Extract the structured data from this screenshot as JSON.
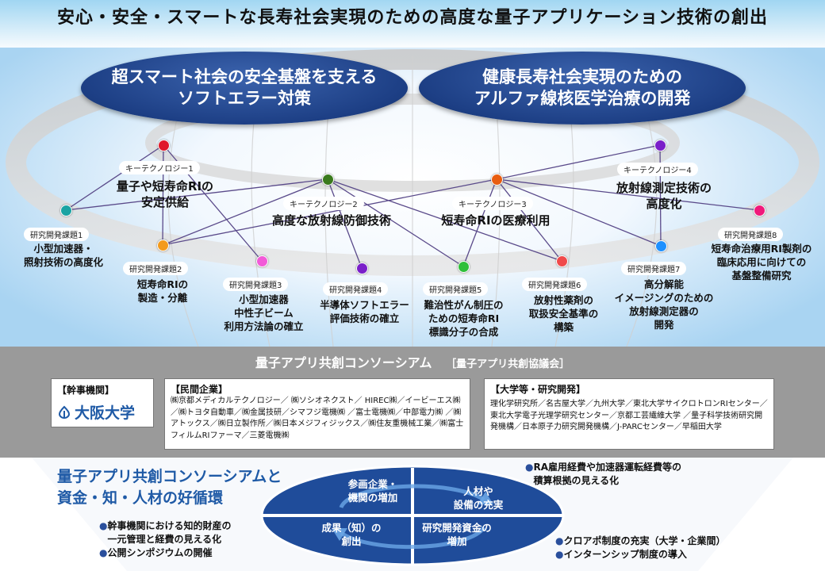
{
  "title": "安心・安全・スマートな長寿社会実現のための高度な量子アプリケーション技術の創出",
  "bubbles": {
    "left": "超スマート社会の安全基盤を支える\nソフトエラー対策",
    "right": "健康長寿社会実現のための\nアルファ線核医学治療の開発"
  },
  "key_technologies": [
    {
      "tag": "キーテクノロジー1",
      "title": "量子や短寿命RIの\n安定供給",
      "color": "#e0192b"
    },
    {
      "tag": "キーテクノロジー2",
      "title": "高度な放射線防御技術",
      "color": "#3a7a1d"
    },
    {
      "tag": "キーテクノロジー3",
      "title": "短寿命RIの医療利用",
      "color": "#e85d10"
    },
    {
      "tag": "キーテクノロジー4",
      "title": "放射線測定技術の\n高度化",
      "color": "#7a1fc9"
    }
  ],
  "projects": [
    {
      "tag": "研究開発課題1",
      "title": "小型加速器・\n照射技術の高度化",
      "color": "#1aa3a3"
    },
    {
      "tag": "研究開発課題2",
      "title": "短寿命RIの\n製造・分離",
      "color": "#f39a1c"
    },
    {
      "tag": "研究開発課題3",
      "title": "小型加速器\n中性子ビーム\n利用方法論の確立",
      "color": "#f25ad8"
    },
    {
      "tag": "研究開発課題4",
      "title": "半導体ソフトエラー\n評価技術の確立",
      "color": "#7a1fc9"
    },
    {
      "tag": "研究開発課題5",
      "title": "難治性がん制圧の\nための短寿命RI\n標識分子の合成",
      "color": "#2fbf3a"
    },
    {
      "tag": "研究開発課題6",
      "title": "放射性薬剤の\n取扱安全基準の\n構築",
      "color": "#f04a4a"
    },
    {
      "tag": "研究開発課題7",
      "title": "高分解能\nイメージングのための\n放射線測定器の\n開発",
      "color": "#1e90ff"
    },
    {
      "tag": "研究開発課題8",
      "title": "短寿命治療用RI製剤の\n臨床応用に向けての\n基盤整備研究",
      "color": "#f0197a"
    }
  ],
  "consortium": {
    "title": "量子アプリ共創コンソーシアム",
    "subtitle": "［量子アプリ共創協議会］",
    "lead": {
      "heading": "【幹事機関】",
      "logo_text": "大阪大学"
    },
    "companies": {
      "heading": "【民間企業】",
      "text": "㈱京都メディカルテクノロジー／ ㈱ソシオネクスト／ HIREC㈱／イービーエス㈱ ／㈱トヨタ自動車／㈱金属技研／シマフジ電機㈱ ／富士電機㈱／中部電力㈱ ／㈱アトックス／㈱日立製作所／㈱日本メジフィジックス／㈱住友重機械工業／㈱富士フィルムRIファーマ／三菱電機㈱"
    },
    "universities": {
      "heading": "【大学等・研究開発】",
      "text": "理化学研究所／名古屋大学／九州大学／東北大学サイクロトロンRIセンター／東北大学電子光理学研究センター／京都工芸繊維大学 ／量子科学技術研究開発機構／日本原子力研究開発機構／J-PARCセンター／早稲田大学"
    }
  },
  "cycle": {
    "heading": "量子アプリ共創コンソーシアムと\n資金・知・人材の好循環",
    "q1": "参画企業・\n機関の増加",
    "q2": "人材や\n設備の充実",
    "q3": "成果（知）の\n創出",
    "q4": "研究開発資金の\n増加",
    "left_bullets": [
      "幹事機関における知的財産の\n一元管理と経費の見える化",
      "公開シンポジウムの開催"
    ],
    "right_top_bullet": "RA雇用経費や加速器運転経費等の\n積算根拠の見える化",
    "right_bottom_bullets": [
      "クロアポ制度の充実（大学・企業間）",
      "インターンシップ制度の導入"
    ]
  }
}
